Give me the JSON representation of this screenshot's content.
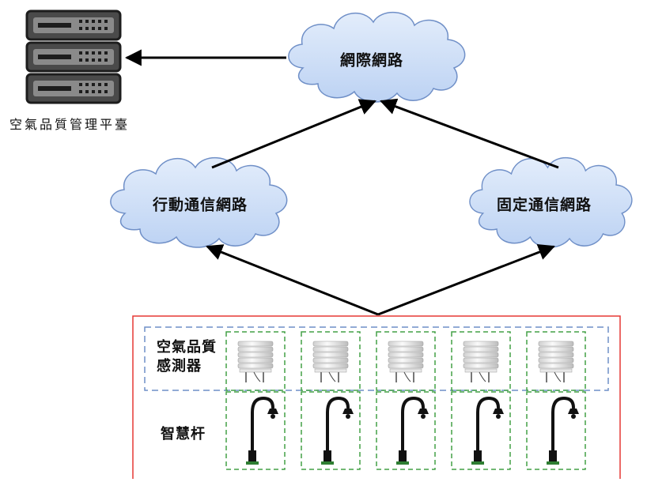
{
  "platform": {
    "label": "空氣品質管理平臺",
    "icon": "server-rack-icon"
  },
  "clouds": {
    "internet": "網際網路",
    "mobile": "行動通信網路",
    "fixed": "固定通信網路"
  },
  "field": {
    "sensor_label_line1": "空氣品質",
    "sensor_label_line2": "感測器",
    "pole_label": "智慧杆",
    "units": 5
  },
  "colors": {
    "cloud_fill": "#c9dcf7",
    "cloud_stroke": "#6f8fc7",
    "field_border": "#e53935",
    "sensor_group_border": "#6f8fc7",
    "unit_border": "#43a047",
    "server": "#4a4a4a"
  }
}
